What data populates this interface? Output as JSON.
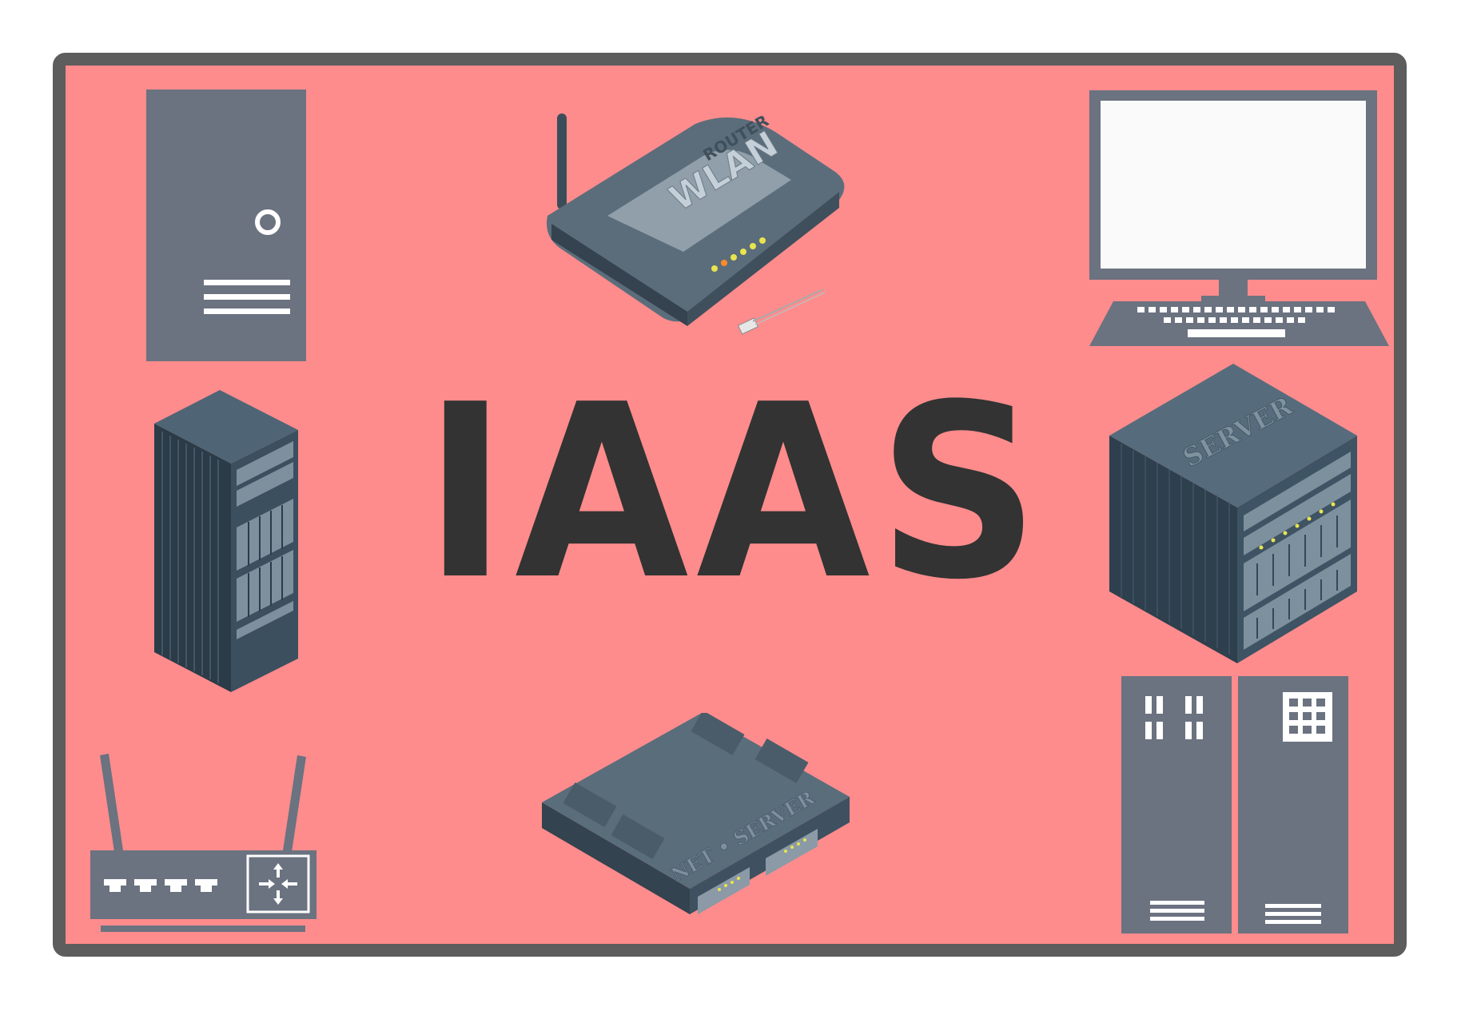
{
  "title": "IAAS",
  "colors": {
    "background": "#ff8c8c",
    "frame": "#5d5d5d",
    "flat_icon": "#6b7280",
    "title_text": "#333333",
    "iso_dark": "#2f4150",
    "iso_mid": "#4d6373",
    "iso_light": "#7d8f9c"
  },
  "devices": [
    {
      "icon": "tower-pc-icon"
    },
    {
      "icon": "wlan-router-icon",
      "label_top": "ROUTER",
      "label_main": "WLAN"
    },
    {
      "icon": "laptop-monitor-icon"
    },
    {
      "icon": "server-rack-icon"
    },
    {
      "icon": "server-cube-icon",
      "label": "SERVER"
    },
    {
      "icon": "network-router-icon"
    },
    {
      "icon": "net-server-icon",
      "label": "NET • SERVER"
    },
    {
      "icon": "twin-tower-server-icon"
    }
  ]
}
